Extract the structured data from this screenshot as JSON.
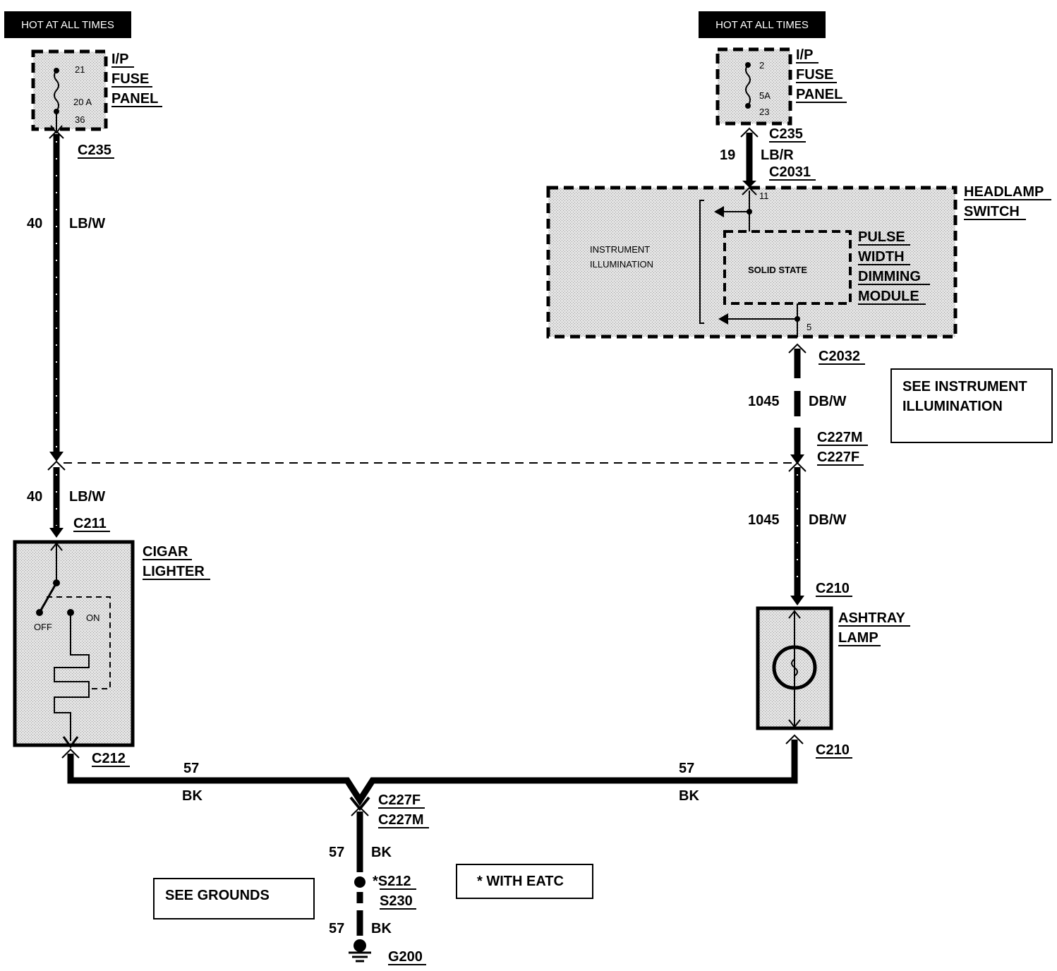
{
  "hot_labels": {
    "left": "HOT AT ALL TIMES",
    "right": "HOT AT ALL TIMES"
  },
  "fuse_left": {
    "title": [
      "I/P",
      "FUSE",
      "PANEL"
    ],
    "pin_top": "21",
    "rating": "20 A",
    "pin_bottom": "36"
  },
  "fuse_right": {
    "title": [
      "I/P",
      "FUSE",
      "PANEL"
    ],
    "pin_top": "2",
    "rating": "5A",
    "pin_bottom": "23"
  },
  "connectors": {
    "c235_left": "C235",
    "c235_right": "C235",
    "c2031": "C2031",
    "c2032": "C2032",
    "c227m_right": "C227M",
    "c227f_right": "C227F",
    "c211": "C211",
    "c212": "C212",
    "c210_top": "C210",
    "c210_bottom": "C210",
    "c227f_bottom": "C227F",
    "c227m_bottom": "C227M",
    "s212": "*S212",
    "s230": "S230",
    "g200": "G200"
  },
  "wires": {
    "left_upper": {
      "circuit": "40",
      "color": "LB/W"
    },
    "left_lower": {
      "circuit": "40",
      "color": "LB/W"
    },
    "right_top": {
      "circuit": "19",
      "color": "LB/R"
    },
    "right_upper": {
      "circuit": "1045",
      "color": "DB/W"
    },
    "right_lower": {
      "circuit": "1045",
      "color": "DB/W"
    },
    "ground_left": {
      "circuit": "57",
      "color": "BK"
    },
    "ground_right": {
      "circuit": "57",
      "color": "BK"
    },
    "ground_down_upper": {
      "circuit": "57",
      "color": "BK"
    },
    "ground_down_lower": {
      "circuit": "57",
      "color": "BK"
    }
  },
  "headlamp_switch": {
    "title": [
      "HEADLAMP",
      "SWITCH"
    ],
    "pin_top": "11",
    "pin_bottom": "5",
    "instrument_illumination": [
      "INSTRUMENT",
      "ILLUMINATION"
    ],
    "solid_state": "SOLID STATE",
    "module_title": [
      "PULSE",
      "WIDTH",
      "DIMMING",
      "MODULE"
    ]
  },
  "cigar_lighter": {
    "title": [
      "CIGAR",
      "LIGHTER"
    ],
    "off": "OFF",
    "on": "ON"
  },
  "ashtray_lamp": {
    "title": [
      "ASHTRAY",
      "LAMP"
    ]
  },
  "notes": {
    "see_instrument": [
      "SEE INSTRUMENT",
      "ILLUMINATION"
    ],
    "see_grounds": "SEE GROUNDS",
    "with_eatc": "*  WITH EATC"
  }
}
